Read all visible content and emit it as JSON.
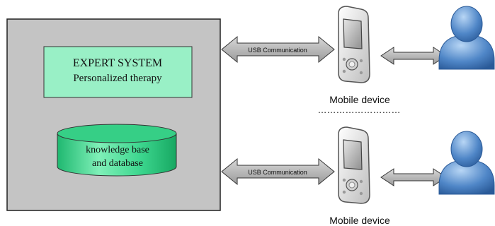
{
  "expert_system": {
    "title": "EXPERT SYSTEM",
    "subtitle": "Personalized therapy"
  },
  "database": {
    "line1": "knowledge base",
    "line2": "and database"
  },
  "links": [
    {
      "label": "USB Communication"
    },
    {
      "label": "USB Communication"
    }
  ],
  "devices": [
    {
      "label": "Mobile device"
    },
    {
      "label": "Mobile device"
    }
  ],
  "separator": "………………………",
  "colors": {
    "server_fill": "#c4c4c4",
    "box_fill": "#99f0c6",
    "cylinder_fill": "#38d38a",
    "arrow_fill": "#b9b9b9",
    "user_fill": "#4f86c7"
  },
  "icons": {
    "device": "pda-icon",
    "user": "user-icon"
  }
}
